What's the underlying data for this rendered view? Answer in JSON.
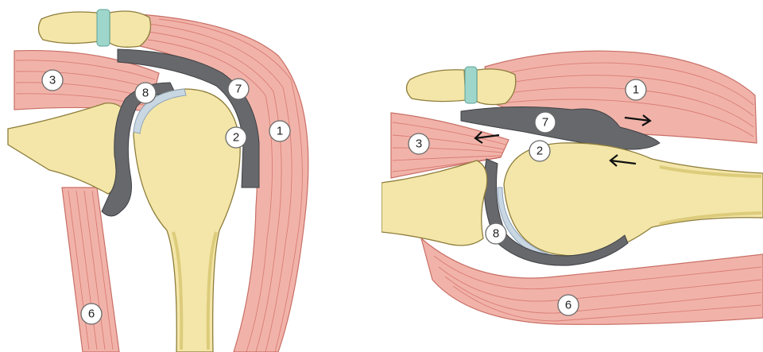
{
  "figure": {
    "left_panel": {
      "labels": [
        "3",
        "8",
        "7",
        "2",
        "1",
        "6"
      ]
    },
    "right_panel": {
      "labels": [
        "1",
        "7",
        "3",
        "2",
        "8",
        "6"
      ],
      "arrows": [
        "right",
        "left",
        "left"
      ]
    }
  },
  "colors": {
    "muscle": "#f1b3a9",
    "muscle_fiber": "#c6514c",
    "bone": "#f3e6a8",
    "bone_pores": "#c9ad3f",
    "bursa": "#67686c",
    "cartilage": "#c9d7e3",
    "joint": "#9fd6cc"
  }
}
